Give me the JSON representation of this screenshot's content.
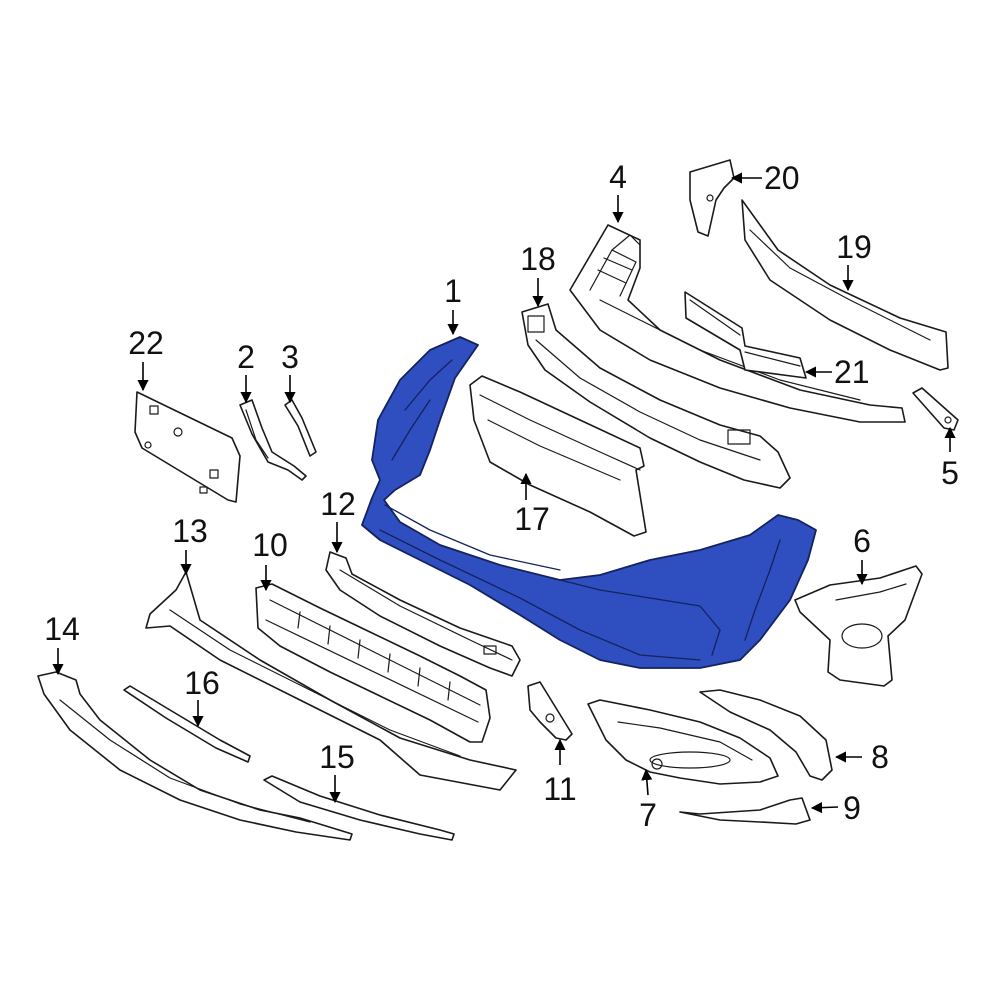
{
  "diagram": {
    "highlight_color": "#2f4ec0",
    "line_color": "#1a1a1a",
    "callouts": [
      "1",
      "2",
      "3",
      "4",
      "5",
      "6",
      "7",
      "8",
      "9",
      "10",
      "11",
      "12",
      "13",
      "14",
      "15",
      "16",
      "17",
      "18",
      "19",
      "20",
      "21",
      "22"
    ]
  }
}
